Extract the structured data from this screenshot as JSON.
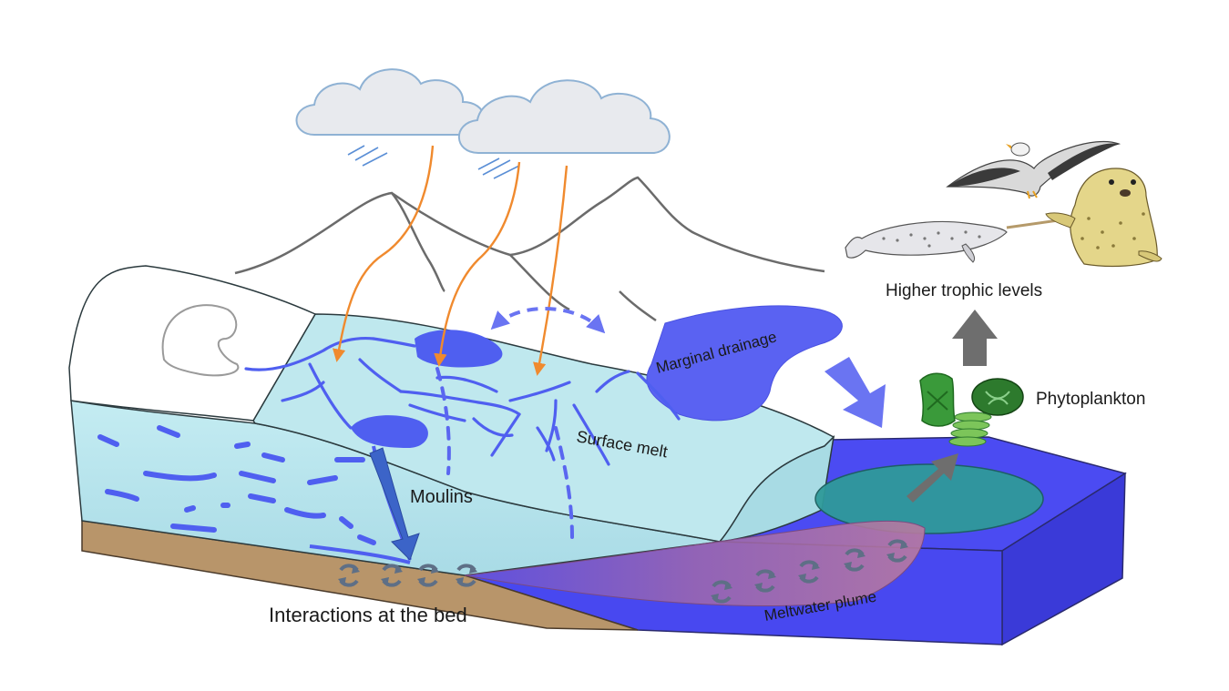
{
  "labels": {
    "higher_trophic_levels": "Higher trophic levels",
    "phytoplankton": "Phytoplankton",
    "marginal_drainage": "Marginal drainage",
    "surface_melt": "Surface melt",
    "moulins": "Moulins",
    "meltwater_plume": "Meltwater plume",
    "interactions_at_the_bed": "Interactions at the bed"
  },
  "colors": {
    "ice_surface": "#bfe8ee",
    "ice_front": "#b4e1ea",
    "snow": "#ffffff",
    "bedrock": "#b8956a",
    "ocean": "#4848f0",
    "ocean_side": "#3a3ad8",
    "meltwater": "#4f5ff0",
    "plume": "#a46aa8",
    "plume_pool": "#2f9a9a",
    "rain_flow": "#f08a2e",
    "cloud": "#e8eaee",
    "cloud_outline": "#8fb2d4",
    "mountain": "#6b6b6b",
    "grey_arrow": "#6e6e6e",
    "phytoplankton": "#3a9a3a",
    "moulin_arrow": "#3c64c8"
  },
  "icons": [
    "cloud-icon",
    "seagull-icon",
    "narwhal-icon",
    "seal-icon",
    "phytoplankton-icon",
    "circulation-arrow-icon"
  ]
}
